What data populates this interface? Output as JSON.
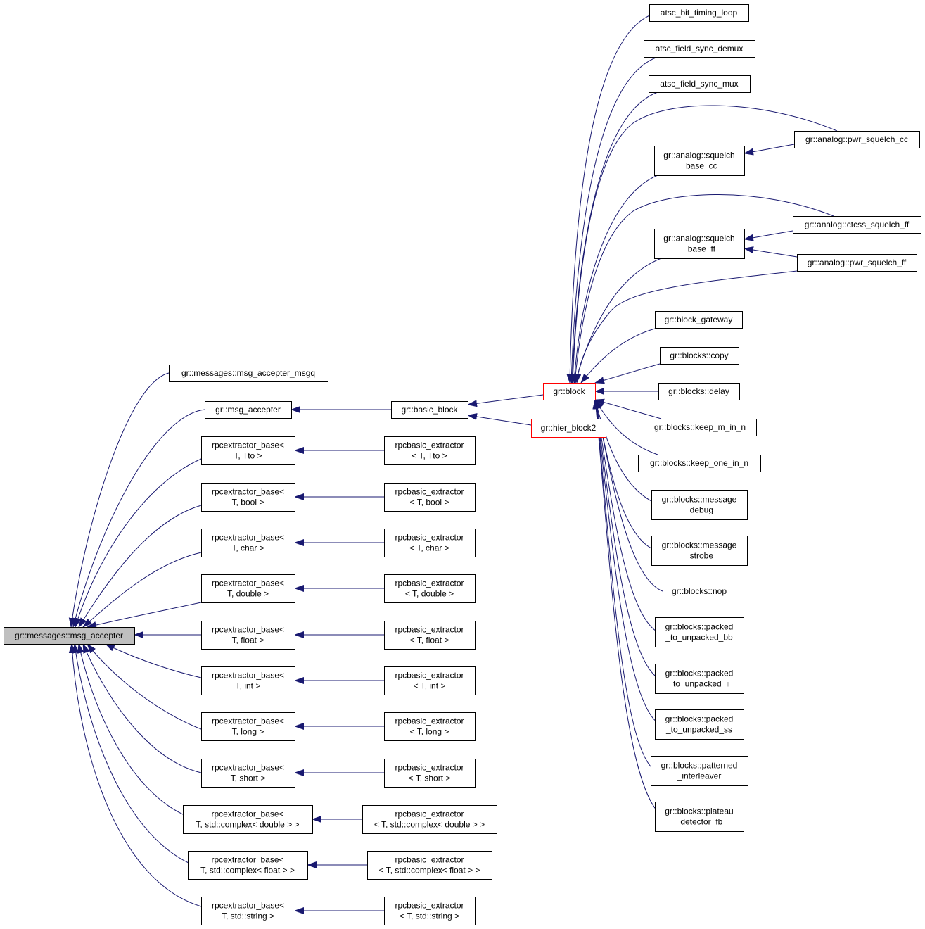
{
  "colors": {
    "edge": "#191970",
    "box_border": "#000000",
    "highlight_border": "#ff0000",
    "root_fill": "#bfbfbf",
    "box_fill": "#ffffff"
  },
  "nodes": {
    "msg_accepter": {
      "lines": [
        "gr::messages::msg_accepter"
      ]
    },
    "msg_accepter_msgq": {
      "lines": [
        "gr::messages::msg_accepter_msgq"
      ]
    },
    "gr_msg_accepter": {
      "lines": [
        "gr::msg_accepter"
      ]
    },
    "basic_block": {
      "lines": [
        "gr::basic_block"
      ]
    },
    "block": {
      "lines": [
        "gr::block"
      ]
    },
    "hier_block2": {
      "lines": [
        "gr::hier_block2"
      ]
    },
    "ext_tto": {
      "lines": [
        "rpcextractor_base<",
        "T, Tto >"
      ]
    },
    "ext_bool": {
      "lines": [
        "rpcextractor_base<",
        "T, bool >"
      ]
    },
    "ext_char": {
      "lines": [
        "rpcextractor_base<",
        "T, char >"
      ]
    },
    "ext_double": {
      "lines": [
        "rpcextractor_base<",
        "T, double >"
      ]
    },
    "ext_float": {
      "lines": [
        "rpcextractor_base<",
        "T, float >"
      ]
    },
    "ext_int": {
      "lines": [
        "rpcextractor_base<",
        "T, int >"
      ]
    },
    "ext_long": {
      "lines": [
        "rpcextractor_base<",
        "T, long >"
      ]
    },
    "ext_short": {
      "lines": [
        "rpcextractor_base<",
        "T, short >"
      ]
    },
    "ext_cdouble": {
      "lines": [
        "rpcextractor_base<",
        "T, std::complex< double > >"
      ]
    },
    "ext_cfloat": {
      "lines": [
        "rpcextractor_base<",
        "T, std::complex< float > >"
      ]
    },
    "ext_string": {
      "lines": [
        "rpcextractor_base<",
        "T, std::string >"
      ]
    },
    "bext_tto": {
      "lines": [
        "rpcbasic_extractor",
        "< T, Tto >"
      ]
    },
    "bext_bool": {
      "lines": [
        "rpcbasic_extractor",
        "< T, bool >"
      ]
    },
    "bext_char": {
      "lines": [
        "rpcbasic_extractor",
        "< T, char >"
      ]
    },
    "bext_double": {
      "lines": [
        "rpcbasic_extractor",
        "< T, double >"
      ]
    },
    "bext_float": {
      "lines": [
        "rpcbasic_extractor",
        "< T, float >"
      ]
    },
    "bext_int": {
      "lines": [
        "rpcbasic_extractor",
        "< T, int >"
      ]
    },
    "bext_long": {
      "lines": [
        "rpcbasic_extractor",
        "< T, long >"
      ]
    },
    "bext_short": {
      "lines": [
        "rpcbasic_extractor",
        "< T, short >"
      ]
    },
    "bext_cdouble": {
      "lines": [
        "rpcbasic_extractor",
        "< T, std::complex< double > >"
      ]
    },
    "bext_cfloat": {
      "lines": [
        "rpcbasic_extractor",
        "< T, std::complex< float > >"
      ]
    },
    "bext_string": {
      "lines": [
        "rpcbasic_extractor",
        "< T, std::string >"
      ]
    },
    "atsc_bit_timing_loop": {
      "lines": [
        "atsc_bit_timing_loop"
      ]
    },
    "atsc_field_sync_demux": {
      "lines": [
        "atsc_field_sync_demux"
      ]
    },
    "atsc_field_sync_mux": {
      "lines": [
        "atsc_field_sync_mux"
      ]
    },
    "squelch_base_cc": {
      "lines": [
        "gr::analog::squelch",
        "_base_cc"
      ]
    },
    "squelch_base_ff": {
      "lines": [
        "gr::analog::squelch",
        "_base_ff"
      ]
    },
    "pwr_squelch_cc": {
      "lines": [
        "gr::analog::pwr_squelch_cc"
      ]
    },
    "ctcss_squelch_ff": {
      "lines": [
        "gr::analog::ctcss_squelch_ff"
      ]
    },
    "pwr_squelch_ff": {
      "lines": [
        "gr::analog::pwr_squelch_ff"
      ]
    },
    "block_gateway": {
      "lines": [
        "gr::block_gateway"
      ]
    },
    "blocks_copy": {
      "lines": [
        "gr::blocks::copy"
      ]
    },
    "blocks_delay": {
      "lines": [
        "gr::blocks::delay"
      ]
    },
    "keep_m_in_n": {
      "lines": [
        "gr::blocks::keep_m_in_n"
      ]
    },
    "keep_one_in_n": {
      "lines": [
        "gr::blocks::keep_one_in_n"
      ]
    },
    "message_debug": {
      "lines": [
        "gr::blocks::message",
        "_debug"
      ]
    },
    "message_strobe": {
      "lines": [
        "gr::blocks::message",
        "_strobe"
      ]
    },
    "blocks_nop": {
      "lines": [
        "gr::blocks::nop"
      ]
    },
    "packed_bb": {
      "lines": [
        "gr::blocks::packed",
        "_to_unpacked_bb"
      ]
    },
    "packed_ii": {
      "lines": [
        "gr::blocks::packed",
        "_to_unpacked_ii"
      ]
    },
    "packed_ss": {
      "lines": [
        "gr::blocks::packed",
        "_to_unpacked_ss"
      ]
    },
    "patterned_interleaver": {
      "lines": [
        "gr::blocks::patterned",
        "_interleaver"
      ]
    },
    "plateau_detector_fb": {
      "lines": [
        "gr::blocks::plateau",
        "_detector_fb"
      ]
    }
  },
  "edges": [
    [
      "msg_accepter_msgq",
      "msg_accepter"
    ],
    [
      "gr_msg_accepter",
      "msg_accepter"
    ],
    [
      "ext_tto",
      "msg_accepter"
    ],
    [
      "ext_bool",
      "msg_accepter"
    ],
    [
      "ext_char",
      "msg_accepter"
    ],
    [
      "ext_double",
      "msg_accepter"
    ],
    [
      "ext_float",
      "msg_accepter"
    ],
    [
      "ext_int",
      "msg_accepter"
    ],
    [
      "ext_long",
      "msg_accepter"
    ],
    [
      "ext_short",
      "msg_accepter"
    ],
    [
      "ext_cdouble",
      "msg_accepter"
    ],
    [
      "ext_cfloat",
      "msg_accepter"
    ],
    [
      "ext_string",
      "msg_accepter"
    ],
    [
      "basic_block",
      "gr_msg_accepter"
    ],
    [
      "bext_tto",
      "ext_tto"
    ],
    [
      "bext_bool",
      "ext_bool"
    ],
    [
      "bext_char",
      "ext_char"
    ],
    [
      "bext_double",
      "ext_double"
    ],
    [
      "bext_float",
      "ext_float"
    ],
    [
      "bext_int",
      "ext_int"
    ],
    [
      "bext_long",
      "ext_long"
    ],
    [
      "bext_short",
      "ext_short"
    ],
    [
      "bext_cdouble",
      "ext_cdouble"
    ],
    [
      "bext_cfloat",
      "ext_cfloat"
    ],
    [
      "bext_string",
      "ext_string"
    ],
    [
      "block",
      "basic_block"
    ],
    [
      "hier_block2",
      "basic_block"
    ],
    [
      "atsc_bit_timing_loop",
      "block"
    ],
    [
      "atsc_field_sync_demux",
      "block"
    ],
    [
      "atsc_field_sync_mux",
      "block"
    ],
    [
      "pwr_squelch_cc",
      "block"
    ],
    [
      "squelch_base_cc",
      "block"
    ],
    [
      "ctcss_squelch_ff",
      "block"
    ],
    [
      "squelch_base_ff",
      "block"
    ],
    [
      "pwr_squelch_ff",
      "block"
    ],
    [
      "block_gateway",
      "block"
    ],
    [
      "blocks_copy",
      "block"
    ],
    [
      "blocks_delay",
      "block"
    ],
    [
      "keep_m_in_n",
      "block"
    ],
    [
      "keep_one_in_n",
      "block"
    ],
    [
      "message_debug",
      "block"
    ],
    [
      "message_strobe",
      "block"
    ],
    [
      "blocks_nop",
      "block"
    ],
    [
      "packed_bb",
      "block"
    ],
    [
      "packed_ii",
      "block"
    ],
    [
      "packed_ss",
      "block"
    ],
    [
      "patterned_interleaver",
      "block"
    ],
    [
      "plateau_detector_fb",
      "block"
    ],
    [
      "pwr_squelch_cc",
      "squelch_base_cc"
    ],
    [
      "ctcss_squelch_ff",
      "squelch_base_ff"
    ],
    [
      "pwr_squelch_ff",
      "squelch_base_ff"
    ]
  ]
}
